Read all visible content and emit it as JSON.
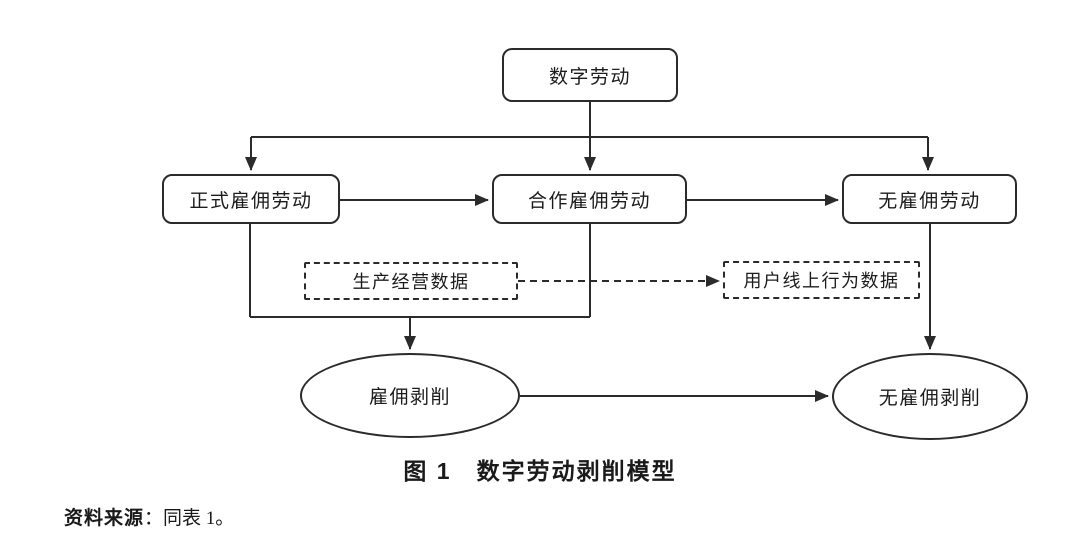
{
  "diagram": {
    "root_box": {
      "label": "数字劳动"
    },
    "level2_boxes": {
      "formal": {
        "label": "正式雇佣劳动"
      },
      "cooperative": {
        "label": "合作雇佣劳动"
      },
      "non_employed": {
        "label": "无雇佣劳动"
      }
    },
    "data_boxes": {
      "production": {
        "label": "生产经营数据"
      },
      "user_behavior": {
        "label": "用户线上行为数据"
      }
    },
    "result_ellipses": {
      "employment_exploitation": {
        "label": "雇佣剥削"
      },
      "non_employment_exploitation": {
        "label": "无雇佣剥削"
      }
    },
    "edges": [
      {
        "from": "数字劳动",
        "to": "正式雇佣劳动",
        "style": "solid-arrow"
      },
      {
        "from": "数字劳动",
        "to": "合作雇佣劳动",
        "style": "solid-arrow"
      },
      {
        "from": "数字劳动",
        "to": "无雇佣劳动",
        "style": "solid-arrow"
      },
      {
        "from": "正式雇佣劳动",
        "to": "合作雇佣劳动",
        "style": "solid-arrow"
      },
      {
        "from": "合作雇佣劳动",
        "to": "无雇佣劳动",
        "style": "solid-arrow"
      },
      {
        "from": "正式雇佣劳动+合作雇佣劳动",
        "to": "雇佣剥削",
        "style": "solid-arrow"
      },
      {
        "from": "生产经营数据",
        "to": "用户线上行为数据",
        "style": "dashed-arrow"
      },
      {
        "from": "无雇佣劳动",
        "to": "无雇佣剥削",
        "style": "solid-arrow"
      },
      {
        "from": "雇佣剥削",
        "to": "无雇佣剥削",
        "style": "solid-arrow"
      }
    ]
  },
  "caption": "图 1　数字劳动剥削模型",
  "source": {
    "label": "资料来源",
    "text": "：同表 1。"
  },
  "colors": {
    "stroke": "#2b2b2b",
    "background": "#ffffff",
    "text": "#1a1a1a"
  }
}
